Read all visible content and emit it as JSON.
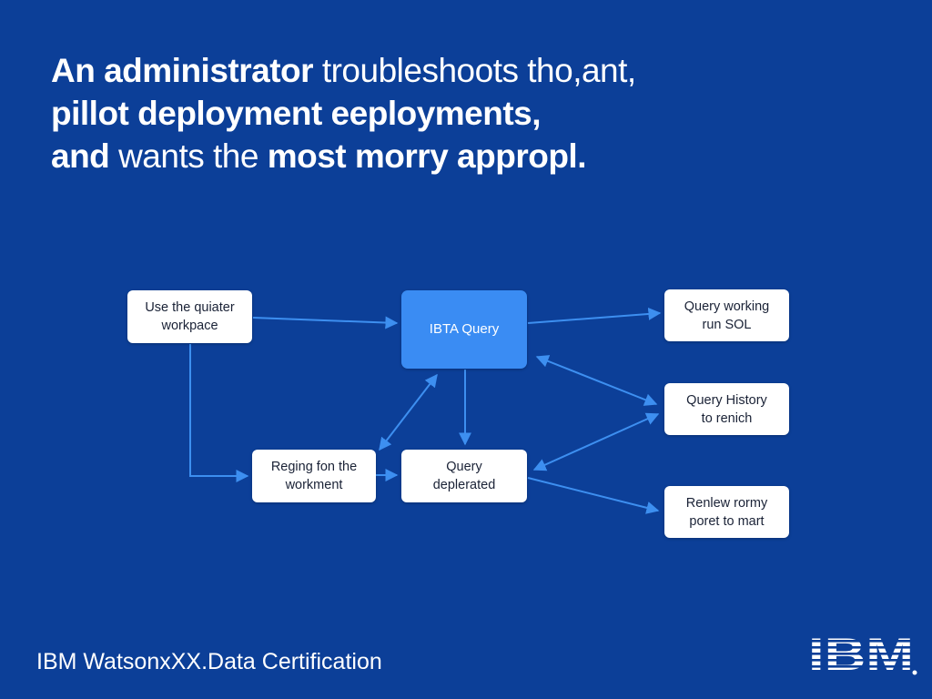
{
  "headline": {
    "line1": [
      {
        "text": "An administrator ",
        "bold": true
      },
      {
        "text": "troubleshoots tho,ant,",
        "bold": false
      }
    ],
    "line2": [
      {
        "text": "pillot deployment eeployments,",
        "bold": true
      }
    ],
    "line3": [
      {
        "text": "and ",
        "bold": true
      },
      {
        "text": "wants ",
        "bold": false
      },
      {
        "text": "the ",
        "bold": false
      },
      {
        "text": "most morry appropl.",
        "bold": true
      }
    ]
  },
  "diagram": {
    "nodes": {
      "use_workspace": "Use the quiater\nworkpace",
      "ibta_query": "IBTA Query",
      "query_working": "Query working\nrun SOL",
      "query_history": "Query History\nto renich",
      "reging": "Reging fon the\nworkment",
      "query_deplerated": "Query\ndeplerated",
      "review": "Renlew rormy\nporet to mart"
    },
    "colors": {
      "background": "#0c3f98",
      "primary_node": "#3a8cf3",
      "connector": "#3d8ff0",
      "node": "#ffffff"
    }
  },
  "footer": {
    "title": "IBM WatsonxXX.Data Certification",
    "logo_text": "IBM",
    "logo_icon": "ibm-striped-logo"
  }
}
